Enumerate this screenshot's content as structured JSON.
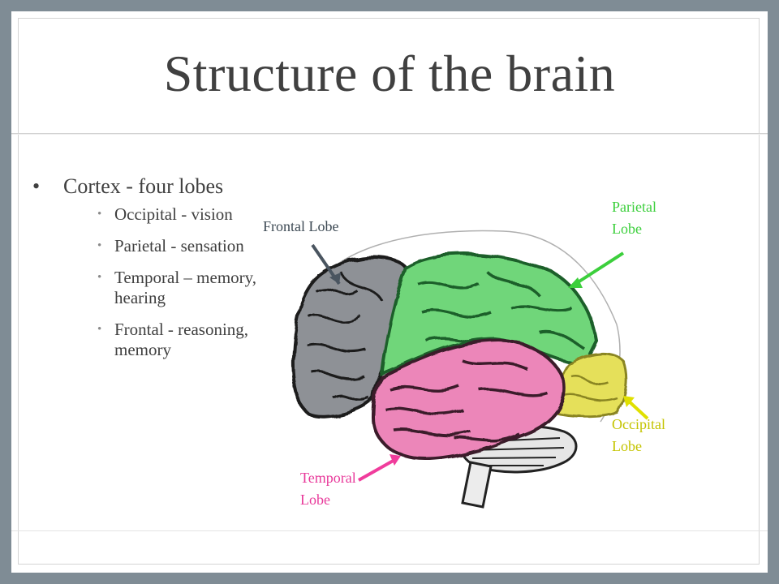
{
  "slide": {
    "title": "Structure of the brain",
    "bullets": {
      "main": "Cortex - four lobes",
      "items": [
        "Occipital - vision",
        "Parietal - sensation",
        "Temporal – memory, hearing",
        "Frontal - reasoning, memory"
      ]
    }
  },
  "diagram": {
    "labels": {
      "frontal": "Frontal Lobe",
      "parietal": "Parietal Lobe",
      "occipital": "Occipital Lobe",
      "temporal": "Temporal Lobe"
    },
    "colors": {
      "frontal": "#8e9196",
      "parietal": "#6fd67a",
      "occipital": "#e5e05a",
      "temporal": "#ec86b9",
      "cerebellum": "#e6e6e6",
      "frontal_arrow": "#4a5560",
      "parietal_arrow": "#3ccf3c",
      "occipital_arrow": "#e0e000",
      "temporal_arrow": "#f03c9c"
    }
  },
  "theme": {
    "background": "#7f8c95",
    "text": "#404040"
  }
}
